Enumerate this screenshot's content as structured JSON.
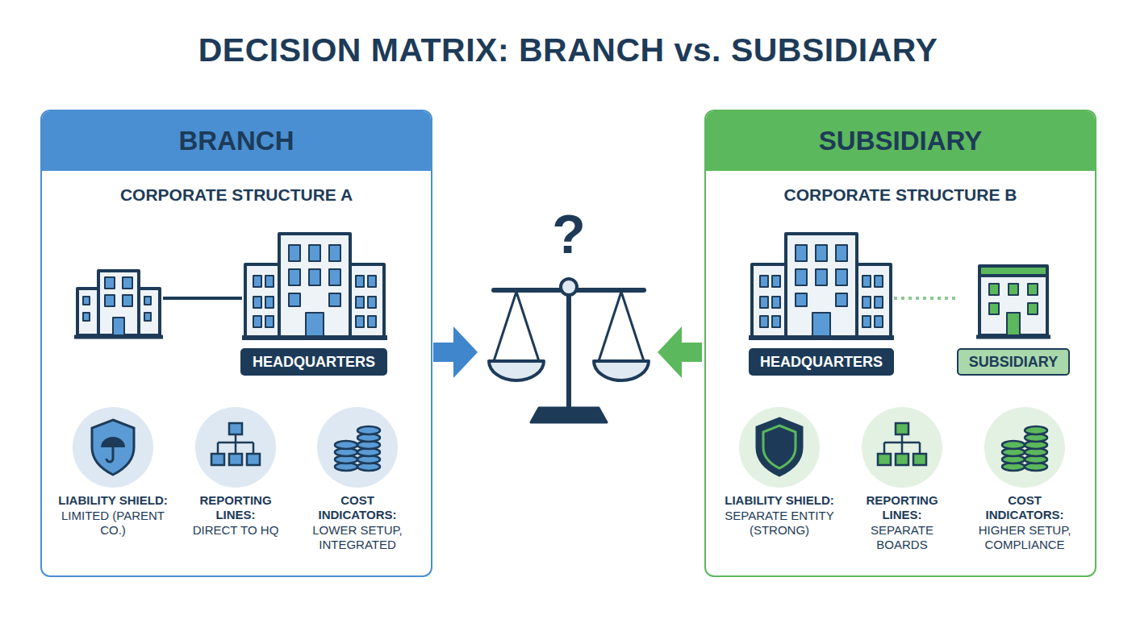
{
  "diagram": {
    "title": "DECISION MATRIX: BRANCH vs. SUBSIDIARY",
    "nodes": [
      {
        "text": [
          "BRANCH",
          "CORPORATE STRUCTURE A"
        ]
      },
      {
        "text": [
          "HEADQUARTERS"
        ],
        "in": 0
      },
      {
        "text": [
          "LIABILITY SHIELD:",
          "LIMITED (PARENT CO.)"
        ],
        "in": 0
      },
      {
        "text": [
          "REPORTING LINES:",
          "DIRECT TO HQ"
        ],
        "in": 0
      },
      {
        "text": [
          "COST INDICATORS:",
          "LOWER SETUP, INTEGRATED"
        ],
        "in": 0
      },
      {
        "text": [
          "SUBSIDIARY",
          "CORPORATE STRUCTURE B"
        ]
      },
      {
        "text": [
          "HEADQUARTERS"
        ],
        "in": 5
      },
      {
        "text": [
          "SUBSIDIARY"
        ],
        "in": 5
      },
      {
        "text": [
          "LIABILITY SHIELD:",
          "SEPARATE ENTITY (STRONG)"
        ],
        "in": 5
      },
      {
        "text": [
          "REPORTING LINES:",
          "SEPARATE BOARDS"
        ],
        "in": 5
      },
      {
        "text": [
          "COST INDICATORS:",
          "HIGHER SETUP, COMPLIANCE"
        ],
        "in": 5
      }
    ],
    "edges": [
      {
        "from": 6,
        "to": 7,
        "arrow": "none"
      }
    ],
    "labels": [
      "?"
    ]
  }
}
